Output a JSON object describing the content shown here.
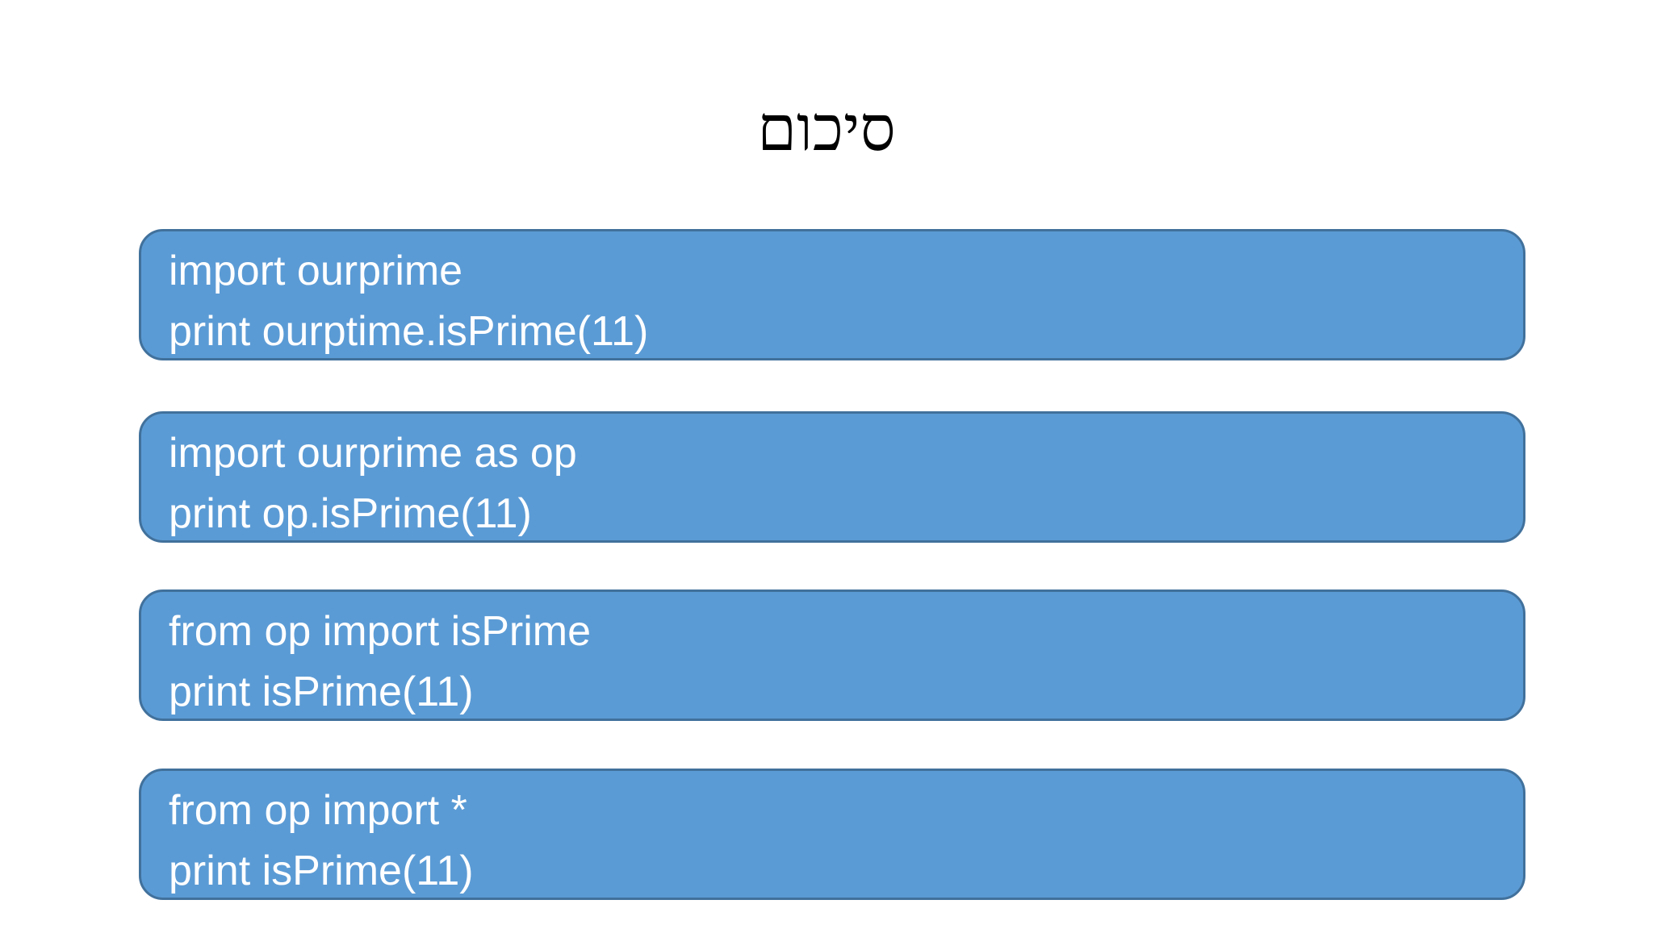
{
  "slide": {
    "title": "סיכום",
    "colors": {
      "background": "#ffffff",
      "box_fill": "#5b9bd5",
      "box_border": "#41719c",
      "box_text": "#ffffff",
      "title_text": "#000000"
    },
    "boxes": [
      {
        "lines": [
          "import ourprime",
          "print ourptime.isPrime(11)"
        ]
      },
      {
        "lines": [
          "import ourprime as op",
          "print op.isPrime(11)"
        ]
      },
      {
        "lines": [
          "from op import isPrime",
          "print isPrime(11)"
        ]
      },
      {
        "lines": [
          "from op import *",
          "print isPrime(11)"
        ]
      }
    ]
  }
}
